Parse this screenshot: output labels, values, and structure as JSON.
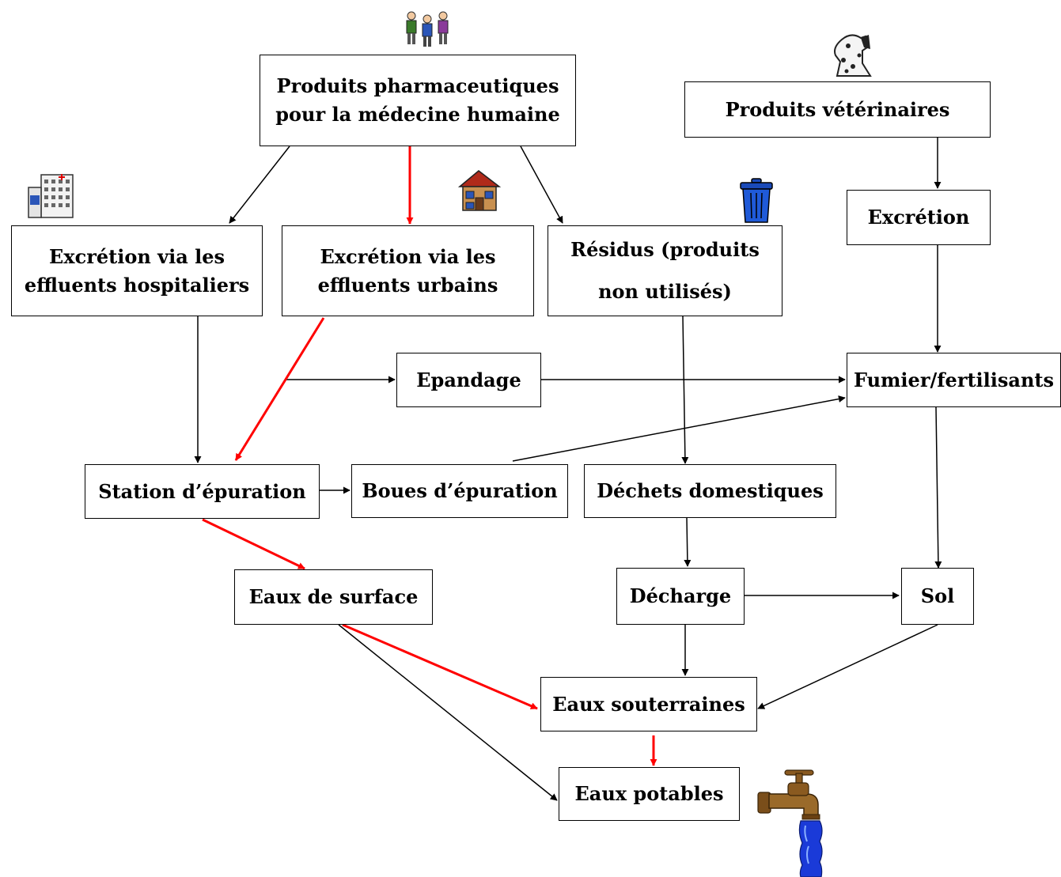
{
  "nodes": {
    "pharma_humaine": [
      "Produits pharmaceutiques",
      "pour la médecine humaine"
    ],
    "veterinaires": [
      "Produits vétérinaires"
    ],
    "excretion_hosp": [
      "Excrétion via les",
      "effluents hospitaliers"
    ],
    "excretion_urb": [
      "Excrétion via les",
      "effluents  urbains"
    ],
    "residus": [
      "Résidus (produits",
      "non utilisés)"
    ],
    "excretion": [
      "Excrétion"
    ],
    "epandage": [
      "Epandage"
    ],
    "fumier": [
      "Fumier/fertilisants"
    ],
    "station": [
      "Station d’épuration"
    ],
    "boues": [
      "Boues d’épuration"
    ],
    "dechets": [
      "Déchets domestiques"
    ],
    "eaux_surface": [
      "Eaux de surface"
    ],
    "decharge": [
      "Décharge"
    ],
    "sol": [
      "Sol"
    ],
    "eaux_souterraines": [
      "Eaux souterraines"
    ],
    "eaux_potables": [
      "Eaux potables"
    ]
  },
  "colors": {
    "main_flow": "#ff0000",
    "secondary_flow": "#000000"
  },
  "icons": [
    "people-icon",
    "dog-icon",
    "hospital-icon",
    "house-icon",
    "trash-can-icon",
    "water-tap-icon"
  ]
}
